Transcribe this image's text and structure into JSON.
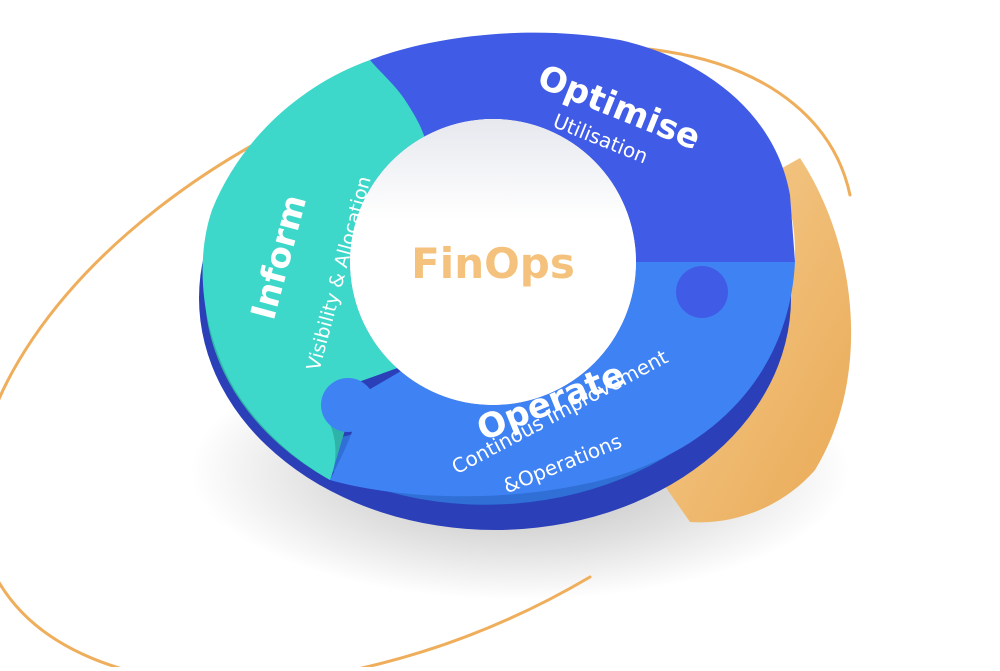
{
  "center_label": "FinOps",
  "segments": {
    "optimise": {
      "title": "Optimise",
      "subtitle": "Utilisation",
      "color": "#405ce6"
    },
    "operate": {
      "title": "Operate",
      "subtitle_line1": "Continous Improvement",
      "subtitle_line2": "&Operations",
      "color": "#3f82f3"
    },
    "inform": {
      "title": "Inform",
      "subtitle": "Visibility & Allocation",
      "color": "#3ed8cb"
    }
  },
  "colors": {
    "orange_ring": "#efae5b",
    "orange_block": "#f2c07e",
    "center_text": "#f4c27c"
  }
}
